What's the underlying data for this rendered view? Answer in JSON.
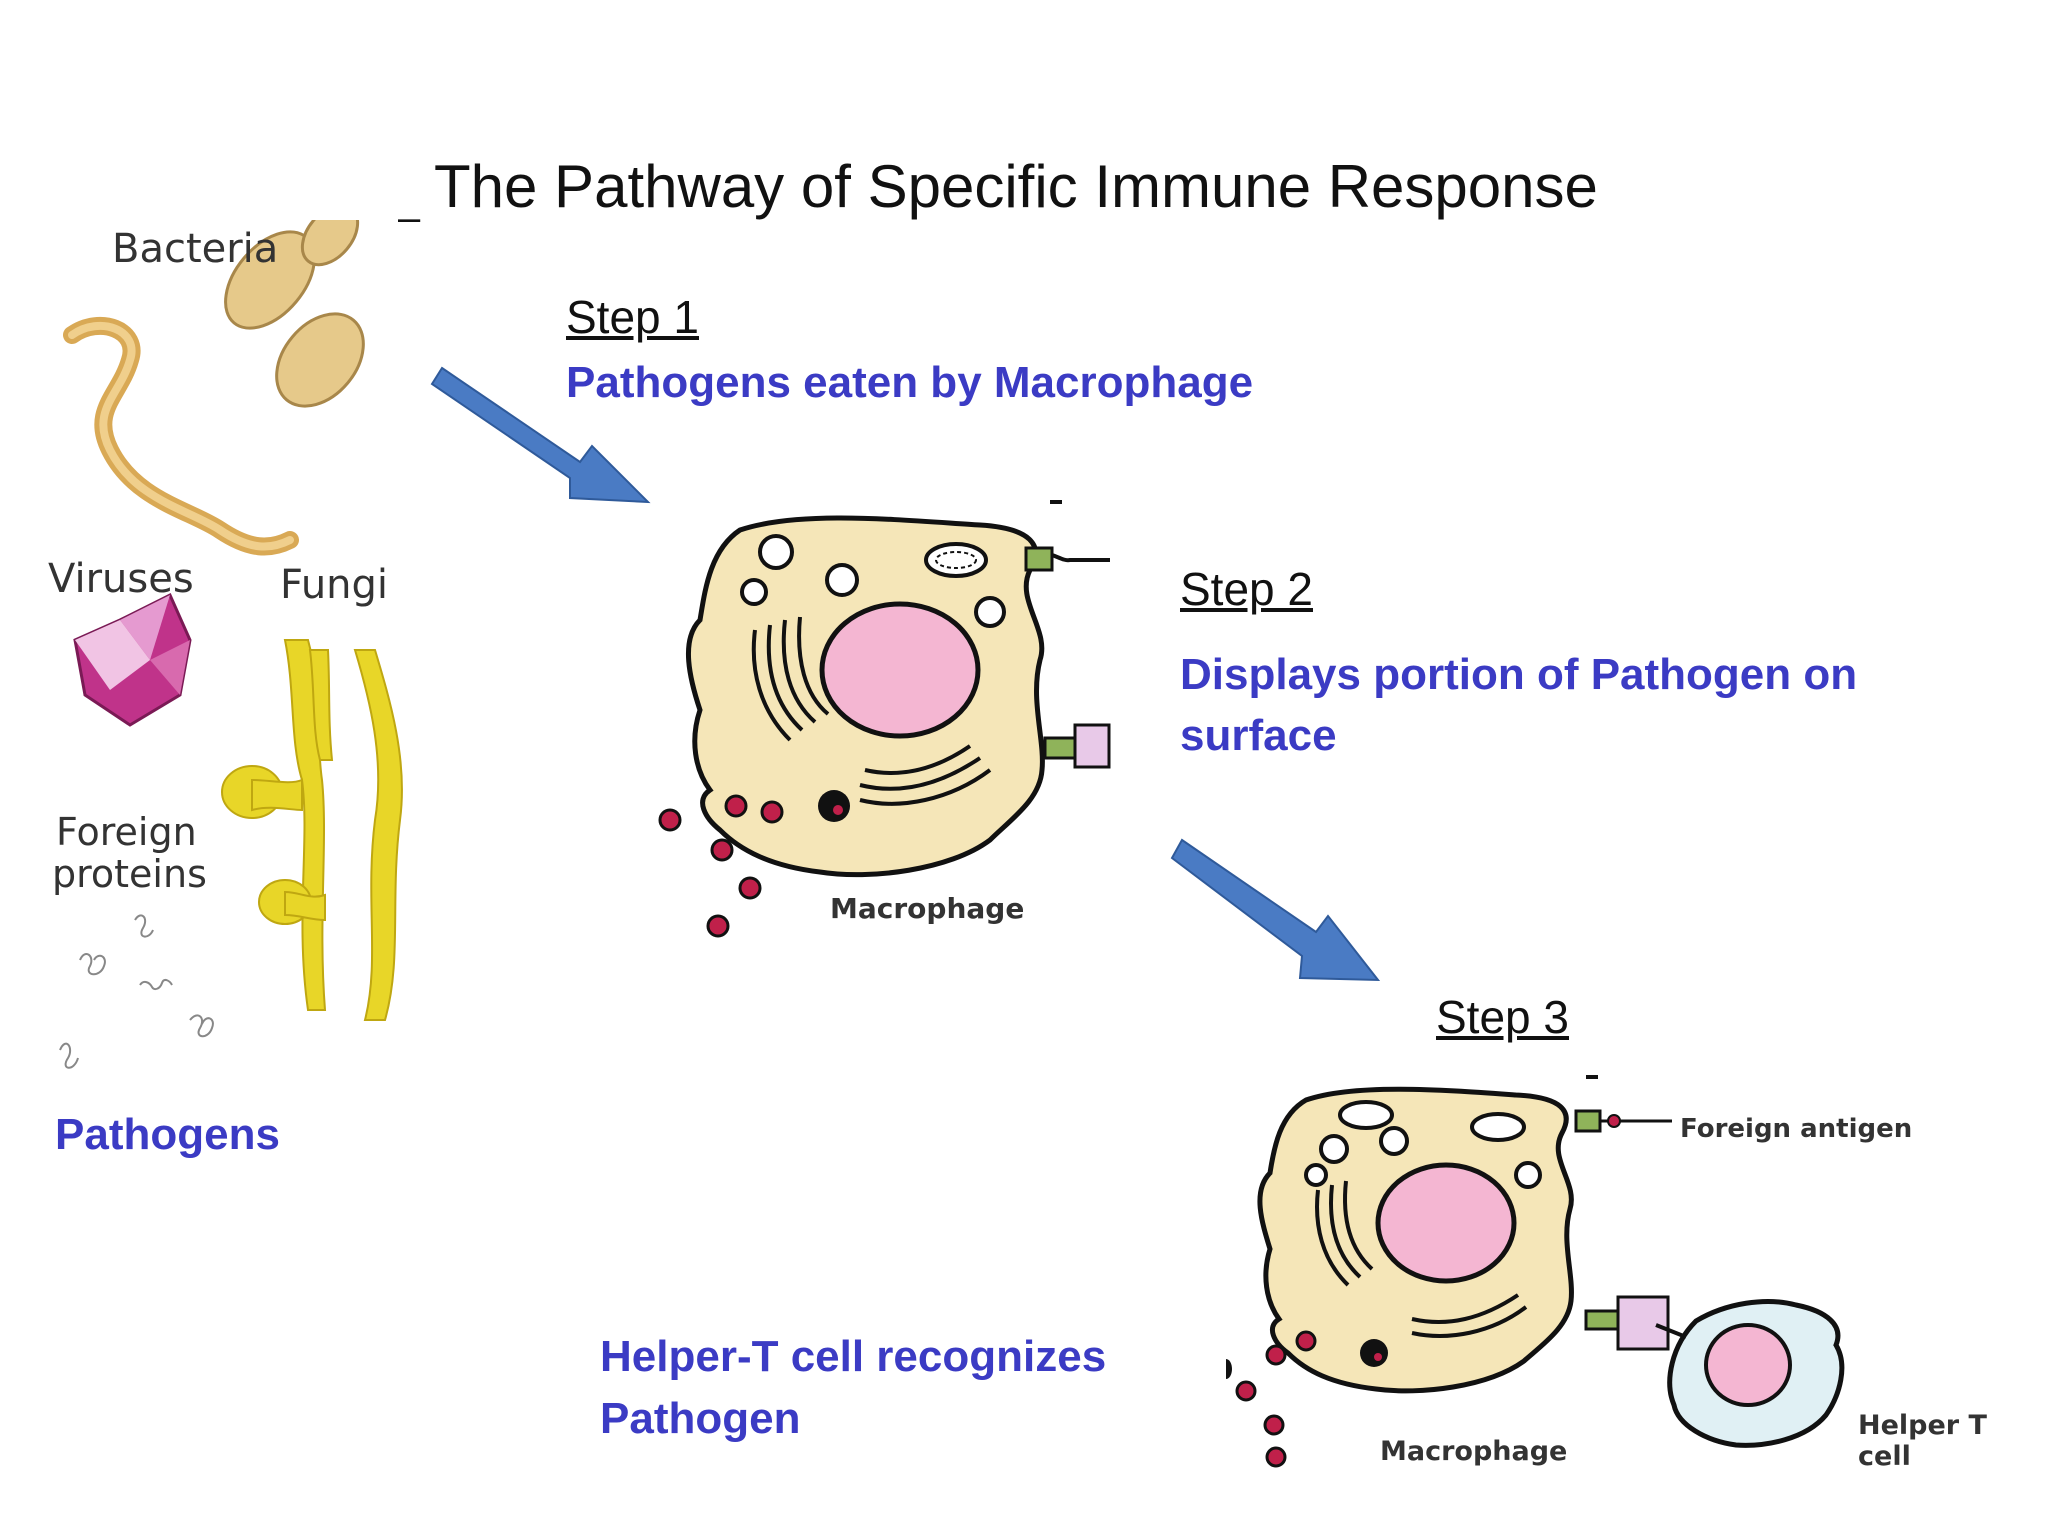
{
  "slide": {
    "title": "The Pathway of Specific Immune Response",
    "dash": "–"
  },
  "pathogens": {
    "bacteria_label": "Bacteria",
    "viruses_label": "Viruses",
    "fungi_label": "Fungi",
    "foreign_proteins_label_1": "Foreign",
    "foreign_proteins_label_2": "proteins",
    "caption": "Pathogens"
  },
  "step1": {
    "heading": "Step 1",
    "description": "Pathogens eaten by Macrophage"
  },
  "step2": {
    "heading": "Step 2",
    "description_line1": "Displays portion of Pathogen on",
    "description_line2": "surface"
  },
  "step3": {
    "heading": "Step 3",
    "description_line1": "Helper-T cell recognizes",
    "description_line2": "Pathogen"
  },
  "macrophage1": {
    "label": "Macrophage"
  },
  "macrophage2": {
    "label": "Macrophage",
    "antigen_label": "Foreign antigen",
    "helper_label": "Helper T cell"
  },
  "colors": {
    "text_blue": "#3b3bc4",
    "arrow_blue": "#4a7bc4",
    "cell_fill": "#f5e6b8",
    "nucleus": "#f4b6d2",
    "virus": "#c0338a",
    "fungi": "#e8d628",
    "bacteria": "#e8c27a"
  }
}
